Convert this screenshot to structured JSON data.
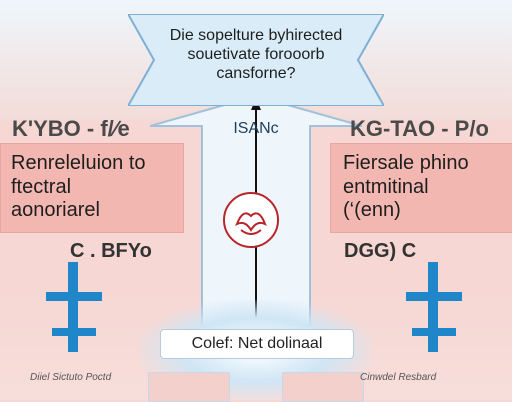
{
  "banner": {
    "lines": [
      "Die sopelture byhirected",
      "souetivate forooorb",
      "cansforne?"
    ]
  },
  "center": {
    "label": "ISANc"
  },
  "left": {
    "heading": "K'YBO - f/∕e",
    "panel_lines": [
      "Renreleluion to",
      "ftectral",
      "aonoriarel"
    ],
    "code": "C . BFYo"
  },
  "right": {
    "heading": "KG-TAO - P/o",
    "panel_lines": [
      "Fiersale phino",
      "entmitinal",
      "(‘(enn)"
    ],
    "code": "DGG)  C"
  },
  "bottom": {
    "platform_label": "Colef: Net dolinaal",
    "left_caption": "Diiel Sictuto Poctd",
    "right_caption": "Cinwdel Resbard"
  },
  "colors": {
    "panel": "#f2b7b1",
    "arrow_fill": "#eef5fb",
    "arrow_stroke": "#9fc1dc",
    "cross": "#1f87c9",
    "emblem": "#b7262b"
  },
  "icons": {
    "emblem": "lotus-emblem-icon",
    "cross": "blue-cross-icon"
  }
}
